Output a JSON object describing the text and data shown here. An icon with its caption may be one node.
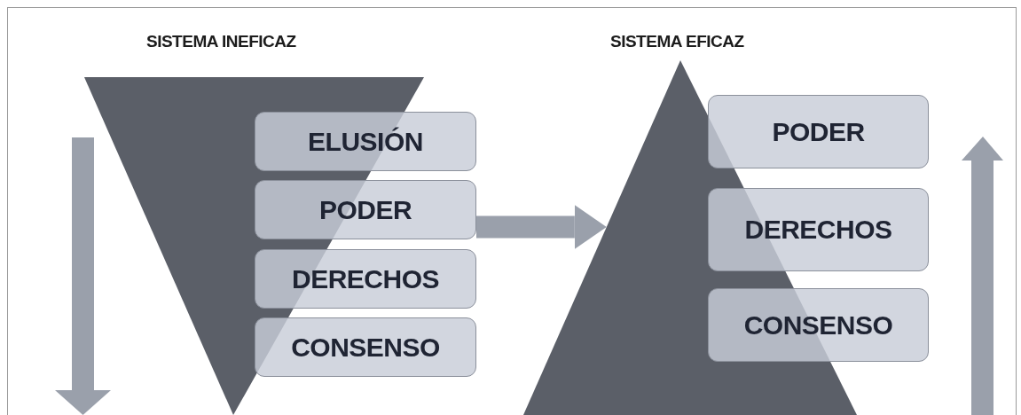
{
  "diagram": {
    "nodes": [
      {
        "text": [
          "SISTEMA INEFICAZ"
        ]
      },
      {
        "text": [
          "ELUSIÓN"
        ]
      },
      {
        "text": [
          "PODER"
        ]
      },
      {
        "text": [
          "DERECHOS"
        ]
      },
      {
        "text": [
          "CONSENSO"
        ]
      },
      {
        "text": [
          "SISTEMA EFICAZ"
        ]
      },
      {
        "text": [
          "PODER"
        ]
      },
      {
        "text": [
          "DERECHOS"
        ]
      },
      {
        "text": [
          "CONSENSO"
        ]
      }
    ],
    "edges": [
      {
        "from": 2,
        "to": 5,
        "arrow": "to"
      }
    ]
  }
}
